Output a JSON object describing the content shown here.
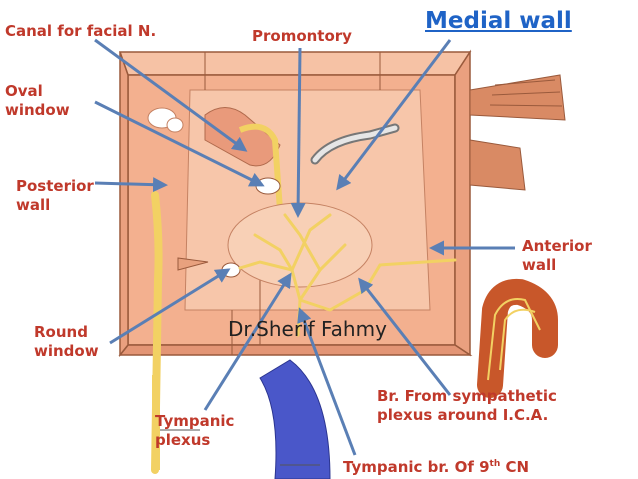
{
  "title": "Medial wall",
  "author": "Dr.Sherif Fahmy",
  "labels": {
    "canal_facial": "Canal for facial N.",
    "promontory": "Promontory",
    "oval_window": "Oval\nwindow",
    "posterior_wall": "Posterior\nwall",
    "anterior_wall": "Anterior\nwall",
    "round_window": "Round\nwindow",
    "sympathetic_branch": "Br. From sympathetic\nplexus around I.C.A.",
    "tympanic_plexus": "Tympanic\nplexus",
    "tympanic_br_pre": "Tympanic br. Of 9",
    "tympanic_br_sup": "th",
    "tympanic_br_post": " CN"
  },
  "colors": {
    "label_text": "#c0392b",
    "title_text": "#1f63c6",
    "arrow": "#5a7fb5",
    "wall_fill": "#f3b08f",
    "nerve": "#f2d163",
    "artery": "#c8572a",
    "vein": "#4a57c9"
  }
}
